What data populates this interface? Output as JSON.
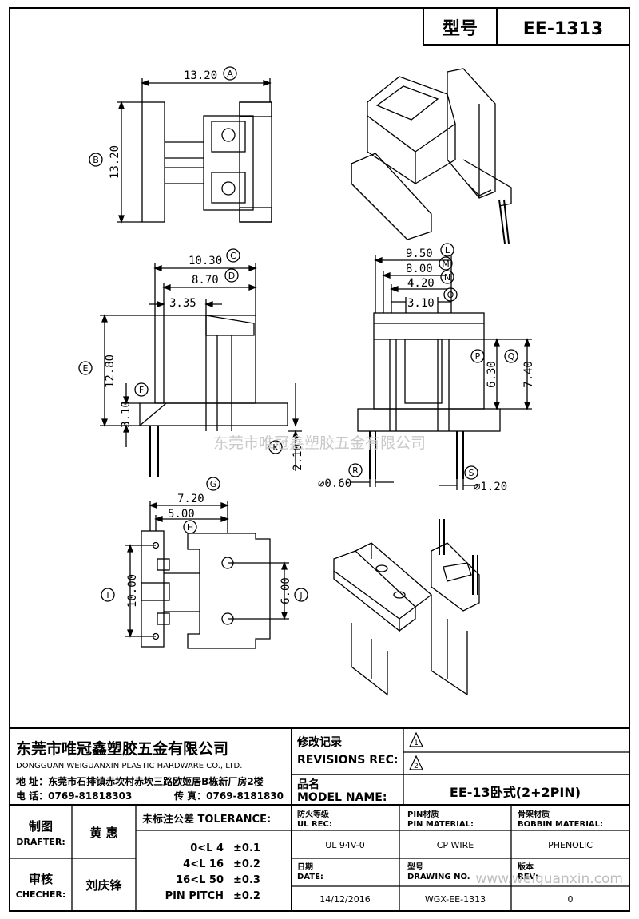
{
  "header": {
    "type_label": "型号",
    "model_code": "EE-1313"
  },
  "top_view": {
    "width_dim": "13.20",
    "width_tag": "A",
    "height_dim": "13.20",
    "height_tag": "B"
  },
  "front_view": {
    "dims": {
      "c": "10.30",
      "d": "8.70",
      "e_inner": "3.35",
      "e": "12.80",
      "f": "3.10",
      "k": "2.10"
    },
    "tags": {
      "c": "C",
      "d": "D",
      "e": "E",
      "f": "F",
      "k": "K"
    }
  },
  "side_view": {
    "dims": {
      "l": "9.50",
      "m": "8.00",
      "n": "4.20",
      "o": "3.10",
      "p": "6.30",
      "q": "7.40",
      "r": "⌀0.60",
      "s": "⌀1.20"
    },
    "tags": {
      "l": "L",
      "m": "M",
      "n": "N",
      "o": "O",
      "p": "P",
      "q": "Q",
      "r": "R",
      "s": "S"
    }
  },
  "bottom_view": {
    "dims": {
      "g": "7.20",
      "h": "5.00",
      "i": "10.00",
      "j": "6.00"
    },
    "tags": {
      "g": "G",
      "h": "H",
      "i": "I",
      "j": "J"
    }
  },
  "watermark": {
    "center": "东莞市唯冠鑫塑胶五金有限公司",
    "corner": "www.weiguanxin.com"
  },
  "company": {
    "name_cn": "东莞市唯冠鑫塑胶五金有限公司",
    "name_en": "DONGGUAN WEIGUANXIN PLASTIC HARDWARE CO., LTD.",
    "address": "地  址：东莞市石排镇赤坎村赤坎三路欧姬居B栋新厂房2楼",
    "phone": "电  话：0769-81818303",
    "fax": "传  真：0769-8181830"
  },
  "revisions": {
    "label_cn": "修改记录",
    "label_en": "REVISIONS REC:",
    "rev1": "1",
    "rev2": "2"
  },
  "model_name": {
    "label_cn": "品名",
    "label_en": "MODEL NAME:",
    "value": "EE-13卧式(2+2PIN)"
  },
  "drafter": {
    "label_cn": "制图",
    "label_en": "DRAFTER:",
    "name": "黄  惠"
  },
  "checker": {
    "label_cn": "审核",
    "label_en": "CHECHER:",
    "name": "刘庆锋"
  },
  "tolerance": {
    "title": "未标注公差 TOLERANCE:",
    "rows": [
      {
        "range": "0<L  4",
        "value": "±0.1"
      },
      {
        "range": "4<L  16",
        "value": "±0.2"
      },
      {
        "range": "16<L  50",
        "value": "±0.3"
      },
      {
        "range": "PIN PITCH",
        "value": "±0.2"
      }
    ]
  },
  "specs": {
    "ul_label_cn": "防火等级",
    "ul_label_en": "UL REC:",
    "ul_value": "UL 94V-0",
    "pin_label_cn": "PIN材质",
    "pin_label_en": "PIN MATERIAL:",
    "pin_value": "CP WIRE",
    "bobbin_label_cn": "骨架材质",
    "bobbin_label_en": "BOBBIN MATERIAL:",
    "bobbin_value": "PHENOLIC",
    "date_label_cn": "日期",
    "date_label_en": "DATE:",
    "date_value": "14/12/2016",
    "drawing_label_cn": "型号",
    "drawing_label_en": "DRAWING NO.",
    "drawing_value": "WGX-EE-1313",
    "rev_label_cn": "版本",
    "rev_label_en": "REV:",
    "rev_value": "0"
  }
}
